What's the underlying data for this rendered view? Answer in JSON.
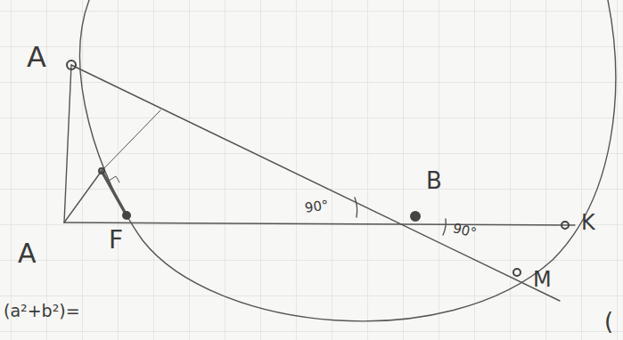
{
  "diagram": {
    "labels": [
      "A",
      "B",
      "K",
      "M",
      "F",
      "A",
      "90°",
      "90°",
      "(a²+b²)=",
      "("
    ]
  }
}
